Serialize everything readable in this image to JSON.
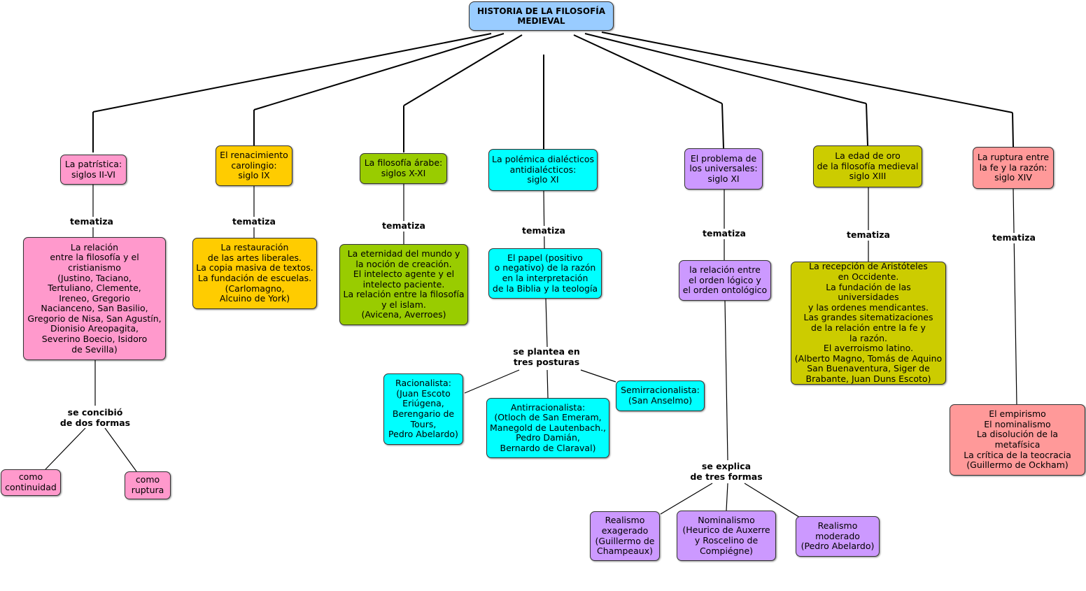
{
  "root": {
    "title": "HISTORIA DE LA FILOSOFÍA\nMEDIEVAL",
    "color": "#99ccff"
  },
  "colors": {
    "patristica": "#ff99cc",
    "carolingio": "#ffcc00",
    "arabe": "#99cc00",
    "polemica": "#00ffff",
    "universales": "#cc99ff",
    "edad_oro": "#cccc00",
    "ruptura": "#ff9999"
  },
  "branches": {
    "patristica": {
      "title": "La patrística:\nsiglos II-VI",
      "link": "tematiza",
      "content": "La relación\nentre la filosofía y el\ncristianismo\n(Justino, Taciano,\nTertuliano, Clemente,\nIreneo, Gregorio\nNacianceno, San Basilio,\nGregorio de Nisa, San Agustín,\nDionisio Areopagita,\nSeverino Boecio, Isidoro\nde Sevilla)",
      "sublink": "se concibió\nde dos formas",
      "forms": [
        "como\ncontinuidad",
        "como\nruptura"
      ]
    },
    "carolingio": {
      "title": "El renacimiento\ncarolingio:\nsiglo IX",
      "link": "tematiza",
      "content": "La restauración\nde las artes liberales.\nLa copia masiva de textos.\nLa fundación de escuelas.\n(Carlomagno,\nAlcuino de York)"
    },
    "arabe": {
      "title": "La filosofía árabe:\nsiglos X-XI",
      "link": "tematiza",
      "content": "La eternidad del mundo y\nla noción de creación.\nEl intelecto agente y el\nintelecto paciente.\nLa relación entre la filosofía\ny el islam.\n(Avicena, Averroes)"
    },
    "polemica": {
      "title": "La polémica dialécticos\nantidialécticos:\nsiglo XI",
      "link": "tematiza",
      "content": "El papel (positivo\no negativo) de la razón\nen la interpretación\nde la Biblia y la teología",
      "sublink": "se plantea en\ntres posturas",
      "postures": [
        "Racionalista:\n(Juan Escoto\nEriúgena,\nBerengario de\nTours,\nPedro Abelardo)",
        "Antirracionalista:\n(Otloch de San Emeram,\nManegold de Lautenbach.,\nPedro Damián,\nBernardo de Claraval)",
        "Semirracionalista:\n(San Anselmo)"
      ]
    },
    "universales": {
      "title": "El problema de\nlos universales:\nsiglo XI",
      "link": "tematiza",
      "content": "la relación entre\nel orden lógico y\nel orden ontológico",
      "sublink": "se explica\nde tres formas",
      "forms": [
        "Realismo\nexagerado\n(Guillermo de\nChampeaux)",
        "Nominalismo\n(Heurico de Auxerre\ny Roscelino de\nCompiégne)",
        "Realismo\nmoderado\n(Pedro Abelardo)"
      ]
    },
    "edad_oro": {
      "title": "La edad de oro\nde la filosofía medieval\nsiglo XIII",
      "link": "tematiza",
      "content": "La recepción de Aristóteles\nen Occidente.\nLa fundación de las universidades\ny las ordenes mendicantes.\nLas grandes sitematizaciones\nde la relación entre la fe y\nla razón.\nEl averroismo latino.\n(Alberto Magno, Tomás de Aquino\nSan Buenaventura, Siger de\nBrabante, Juan Duns Escoto)"
    },
    "ruptura": {
      "title": "La ruptura entre\nla fe y la razón:\nsiglo XIV",
      "link": "tematiza",
      "content": "El empirismo\nEl nominalismo\nLa disolución de la metafísica\nLa crítica de la teocracia\n(Guillermo de Ockham)"
    }
  }
}
